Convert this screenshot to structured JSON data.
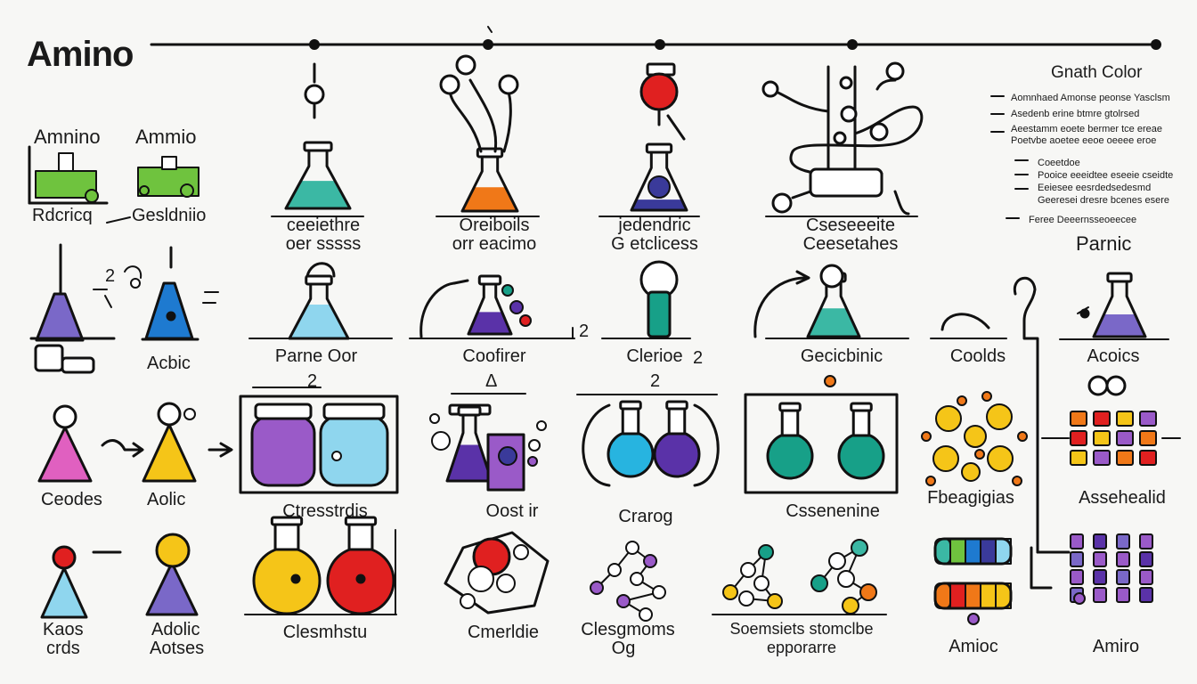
{
  "title": "Amino",
  "legend": {
    "heading": "Gnath Color",
    "lines": [
      "Aomnhaed Amonse peonse Yasclsm",
      "Asedenb erine btmre gtolrsed",
      "Aeestamm eoete bermer tce ereae",
      "Poetvbe aoetee eeoe oeeee eroe",
      "Coeetdoe",
      "Pooice eeeidtee eseeie cseidte",
      "Eeiesee eesrdedsedesmd",
      "Geeresei dresre bcenes esere",
      "Feree Deeernsseoeecee"
    ]
  },
  "row1": {
    "left_headers": [
      "Amnino",
      "Ammio"
    ],
    "left_labels": [
      "Rdcricq",
      "Gesldniio"
    ],
    "captions": [
      [
        "ceeiethre",
        "oer sssss"
      ],
      [
        "Oreiboils",
        "orr eacimo"
      ],
      [
        "jedendric",
        "G etclicess"
      ],
      [
        "Cseseeeite",
        "Ceesetahes"
      ]
    ]
  },
  "row2": {
    "labels": [
      "Acbic",
      "Parne Oor",
      "Coofirer",
      "Clerioe",
      "Gecicbinic",
      "Coolds",
      "Acoics"
    ],
    "right_tag": "Parnic",
    "marks": [
      "2",
      "2",
      "2"
    ]
  },
  "row3": {
    "labels": [
      "Ceodes",
      "Aolic",
      "Ctresstrdis",
      "Oost ir",
      "Crarog",
      "Cssenenine",
      "Fbeagigias",
      "Assehealid"
    ],
    "marks": [
      "2",
      "Δ",
      "2"
    ]
  },
  "row4": {
    "labels": [
      "Kaos",
      "crds",
      "Adolic",
      "Aotses",
      "Clesmhstu",
      "Cmerldie",
      "Clesgmoms",
      "Og",
      "Soemsiets stomclbe",
      "epporarre",
      "Amioc",
      "Amiro"
    ]
  },
  "colors": {
    "teal": "#3bb8a4",
    "orange": "#f07818",
    "red": "#e02020",
    "navy": "#3a3a9a",
    "purple": "#9a5ac8",
    "lightblue": "#8fd6ee",
    "blue": "#1e7ad0",
    "yellow": "#f5c518",
    "green": "#6fc33e",
    "magenta": "#e060c0",
    "violet": "#7a68c8",
    "darkpurple": "#5a32a8",
    "darkteal": "#17a088",
    "cyan": "#27b4e0"
  }
}
